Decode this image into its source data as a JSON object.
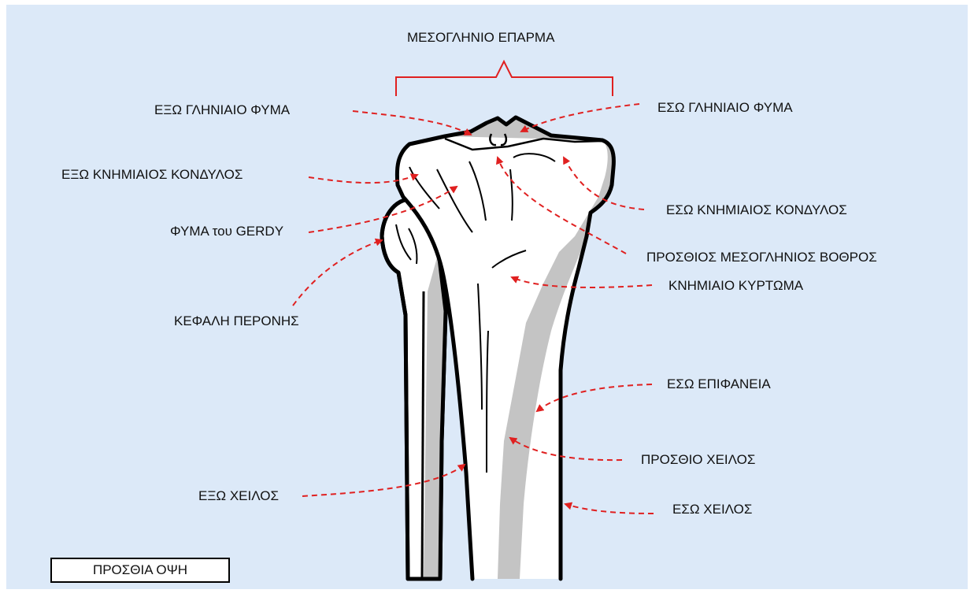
{
  "labels": {
    "top_eminence": "ΜΕΣΟΓΛΗΝΙΟ ΕΠΑΡΜΑ",
    "lateral_tubercle": "ΕΞΩ ΓΛΗΝΙΑΙΟ ΦΥΜΑ",
    "medial_tubercle": "ΕΣΩ ΓΛΗΝΙΑΙΟ ΦΥΜΑ",
    "lateral_condyle": "ΕΞΩ ΚΝΗΜΙΑΙΟΣ ΚΟΝΔΥΛΟΣ",
    "medial_condyle": "ΕΣΩ ΚΝΗΜΙΑΙΟΣ ΚΟΝΔΥΛΟΣ",
    "gerdy_tubercle": "ΦΥΜΑ του GERDY",
    "anterior_fossa": "ΠΡΟΣΘΙΟΣ ΜΕΣΟΓΛΗΝΙΟΣ ΒΟΘΡΟΣ",
    "tibial_tuberosity": "ΚΝΗΜΙΑΙΟ ΚΥΡΤΩΜΑ",
    "fibular_head": "ΚΕΦΑΛΗ ΠΕΡΟΝΗΣ",
    "medial_surface": "ΕΣΩ ΕΠΙΦΑΝΕΙΑ",
    "anterior_border": "ΠΡΟΣΘΙΟ ΧΕΙΛΟΣ",
    "lateral_border": "ΕΞΩ ΧΕΙΛΟΣ",
    "medial_border": "ΕΣΩ ΧΕΙΛΟΣ"
  },
  "view_label": "ΠΡΟΣΘΙΑ ΟΨΗ",
  "colors": {
    "background": "#dce9f8",
    "bone": "#ffffff",
    "shade": "#c4c4c4",
    "outline": "#000000",
    "annotation": "#e02020"
  }
}
